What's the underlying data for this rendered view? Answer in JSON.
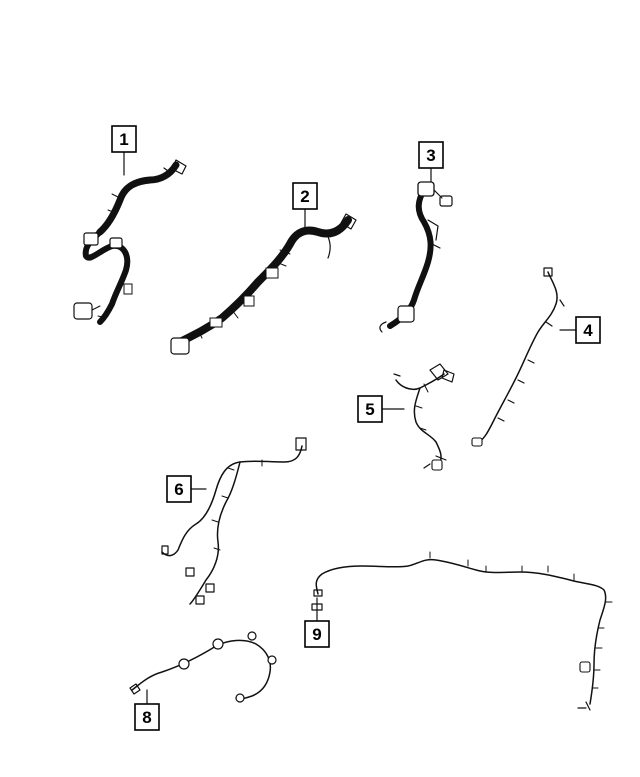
{
  "diagram": {
    "callouts": [
      {
        "id": "1",
        "label": "1"
      },
      {
        "id": "2",
        "label": "2"
      },
      {
        "id": "3",
        "label": "3"
      },
      {
        "id": "4",
        "label": "4"
      },
      {
        "id": "5",
        "label": "5"
      },
      {
        "id": "6",
        "label": "6"
      },
      {
        "id": "8",
        "label": "8"
      },
      {
        "id": "9",
        "label": "9"
      }
    ],
    "colors": {
      "line": "#111111",
      "background": "#ffffff"
    }
  }
}
